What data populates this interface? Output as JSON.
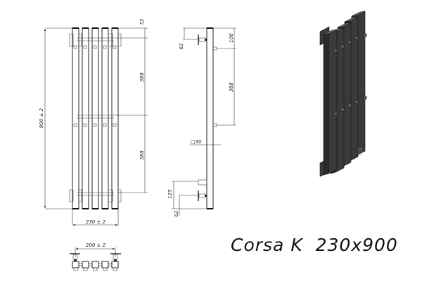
{
  "title": "Corsa K  230x900",
  "product": {
    "name": "Corsa K",
    "size": "230x900"
  },
  "front_view": {
    "columns": 5,
    "dimensions": {
      "total_height": "900 ± 2",
      "top_offset": "52",
      "upper_spacing": "388",
      "lower_spacing": "388",
      "total_width": "230 ± 2"
    }
  },
  "side_view": {
    "dimensions": {
      "top_bracket": "62",
      "top_to_connector": "100",
      "connector_spacing": "388",
      "profile": "□30",
      "bottom_connector": "125",
      "bottom_bracket": "62"
    }
  },
  "top_view": {
    "dimensions": {
      "bracket_spacing": "200 ± 2"
    }
  },
  "iso_view": {
    "color": "#3a3a3c",
    "label": "isometric-render"
  }
}
